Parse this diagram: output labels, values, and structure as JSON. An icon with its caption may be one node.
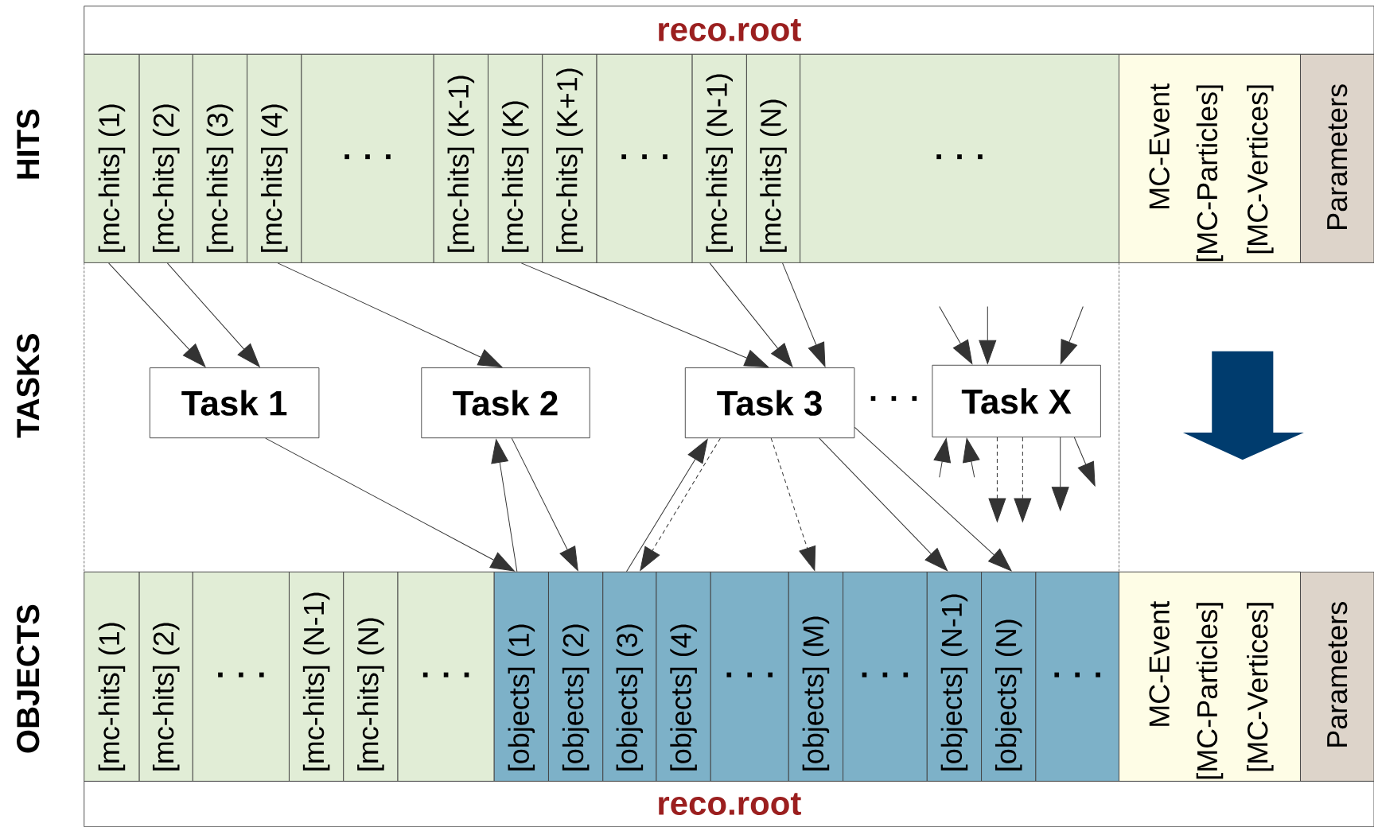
{
  "diagram": {
    "nodes": [
      {
        "text": [
          "reco.root"
        ]
      },
      {
        "text": [
          "[mc-hits] (1)"
        ]
      },
      {
        "text": [
          "[mc-hits] (2)"
        ]
      },
      {
        "text": [
          "[mc-hits] (3)"
        ]
      },
      {
        "text": [
          "[mc-hits] (4)"
        ]
      },
      {
        "text": [
          ". . ."
        ]
      },
      {
        "text": [
          "[mc-hits] (K-1)"
        ]
      },
      {
        "text": [
          "[mc-hits] (K)"
        ]
      },
      {
        "text": [
          "[mc-hits] (K+1)"
        ]
      },
      {
        "text": [
          ". . ."
        ]
      },
      {
        "text": [
          "[mc-hits] (N-1)"
        ]
      },
      {
        "text": [
          "[mc-hits] (N)"
        ]
      },
      {
        "text": [
          ". . ."
        ]
      },
      {
        "text": [
          "MC-Event",
          "[MC-Particles]",
          "[MC-Vertices]"
        ]
      },
      {
        "text": [
          "Parameters"
        ]
      },
      {
        "text": [
          "Task 1"
        ]
      },
      {
        "text": [
          "Task 2"
        ]
      },
      {
        "text": [
          "Task 3"
        ]
      },
      {
        "text": [
          "Task X"
        ]
      },
      {
        "text": [
          "[mc-hits] (1)"
        ]
      },
      {
        "text": [
          "[mc-hits] (2)"
        ]
      },
      {
        "text": [
          ". . ."
        ]
      },
      {
        "text": [
          "[mc-hits] (N-1)"
        ]
      },
      {
        "text": [
          "[mc-hits] (N)"
        ]
      },
      {
        "text": [
          ". . ."
        ]
      },
      {
        "text": [
          "[objects] (1)"
        ]
      },
      {
        "text": [
          "[objects] (2)"
        ]
      },
      {
        "text": [
          "[objects] (3)"
        ]
      },
      {
        "text": [
          "[objects] (4)"
        ]
      },
      {
        "text": [
          ". . ."
        ]
      },
      {
        "text": [
          "[objects] (M)"
        ]
      },
      {
        "text": [
          ". . ."
        ]
      },
      {
        "text": [
          "[objects] (N-1)"
        ]
      },
      {
        "text": [
          "[objects] (N)"
        ]
      },
      {
        "text": [
          ". . ."
        ]
      },
      {
        "text": [
          "MC-Event",
          "[MC-Particles]",
          "[MC-Vertices]"
        ]
      },
      {
        "text": [
          "Parameters"
        ]
      },
      {
        "text": [
          "reco.root"
        ]
      }
    ],
    "edges": [
      {
        "from": 1,
        "to": 15,
        "arrow": "to"
      },
      {
        "from": 2,
        "to": 15,
        "arrow": "to"
      },
      {
        "from": 4,
        "to": 16,
        "arrow": "to"
      },
      {
        "from": 7,
        "to": 17,
        "arrow": "to"
      },
      {
        "from": 10,
        "to": 17,
        "arrow": "to"
      },
      {
        "from": 11,
        "to": 17,
        "arrow": "to"
      },
      {
        "from": null,
        "to": 18,
        "arrow": "to"
      },
      {
        "from": null,
        "to": 18,
        "arrow": "to"
      },
      {
        "from": null,
        "to": 18,
        "arrow": "to"
      },
      {
        "from": 15,
        "to": 25,
        "arrow": "to"
      },
      {
        "from": 25,
        "to": 16,
        "arrow": "to"
      },
      {
        "from": 16,
        "to": 26,
        "arrow": "to"
      },
      {
        "from": 27,
        "to": 17,
        "arrow": "to"
      },
      {
        "from": 17,
        "to": 27,
        "arrow": "to",
        "style": "dashed"
      },
      {
        "from": 17,
        "to": 30,
        "arrow": "to",
        "style": "dashed"
      },
      {
        "from": 17,
        "to": 32,
        "arrow": "to"
      },
      {
        "from": 17,
        "to": 33,
        "arrow": "to"
      },
      {
        "from": null,
        "to": 18,
        "arrow": "to"
      },
      {
        "from": null,
        "to": 18,
        "arrow": "to"
      },
      {
        "from": 18,
        "to": null,
        "arrow": "to",
        "style": "dashed"
      },
      {
        "from": 18,
        "to": null,
        "arrow": "to",
        "style": "dashed"
      },
      {
        "from": 18,
        "to": null,
        "arrow": "to"
      },
      {
        "from": 18,
        "to": null,
        "arrow": "to"
      }
    ],
    "labels": [
      "HITS",
      "TASKS",
      "OBJECTS",
      ". . ."
    ]
  }
}
